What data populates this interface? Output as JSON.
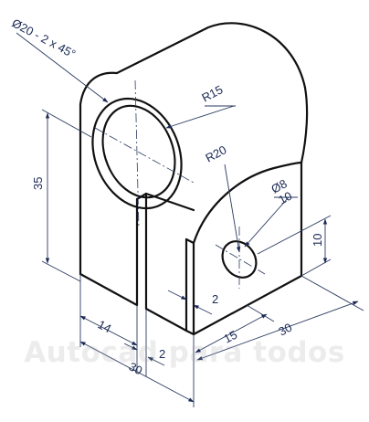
{
  "dimensions": {
    "chamfer": "Ø20 - 2 x 45°",
    "radius_top": "R15",
    "radius_front": "R20",
    "hole_dia": "Ø8",
    "hole_depth": "10",
    "hole_height": "10",
    "height": "35",
    "slot_width": "2",
    "left_width": "14",
    "gap_bottom": "2",
    "total_width": "30",
    "depth_half": "15",
    "depth_total": "30"
  },
  "watermark": "Autocad para todos",
  "colors": {
    "line": "#111111",
    "dimension": "#1b2a55",
    "background": "#ffffff"
  }
}
